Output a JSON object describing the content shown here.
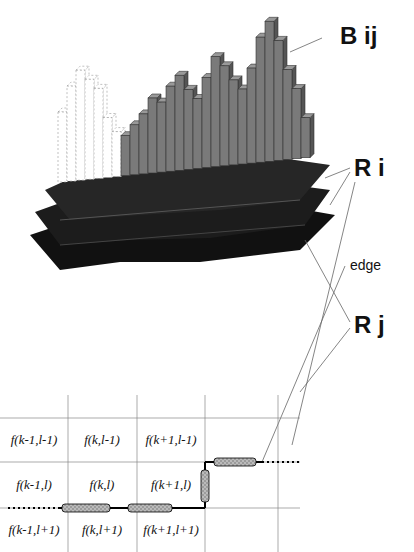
{
  "diagram": {
    "labels": [
      "B ij",
      "R i",
      "edge",
      "R j",
      "f(k-1,l-1)",
      "f(k,l-1)",
      "f(k+1,l-1)",
      "f(k-1,l)",
      "f(k,l)",
      "f(k+1,l)",
      "f(k-1,l+1)",
      "f(k,l+1)",
      "f(k+1,l+1)"
    ]
  }
}
